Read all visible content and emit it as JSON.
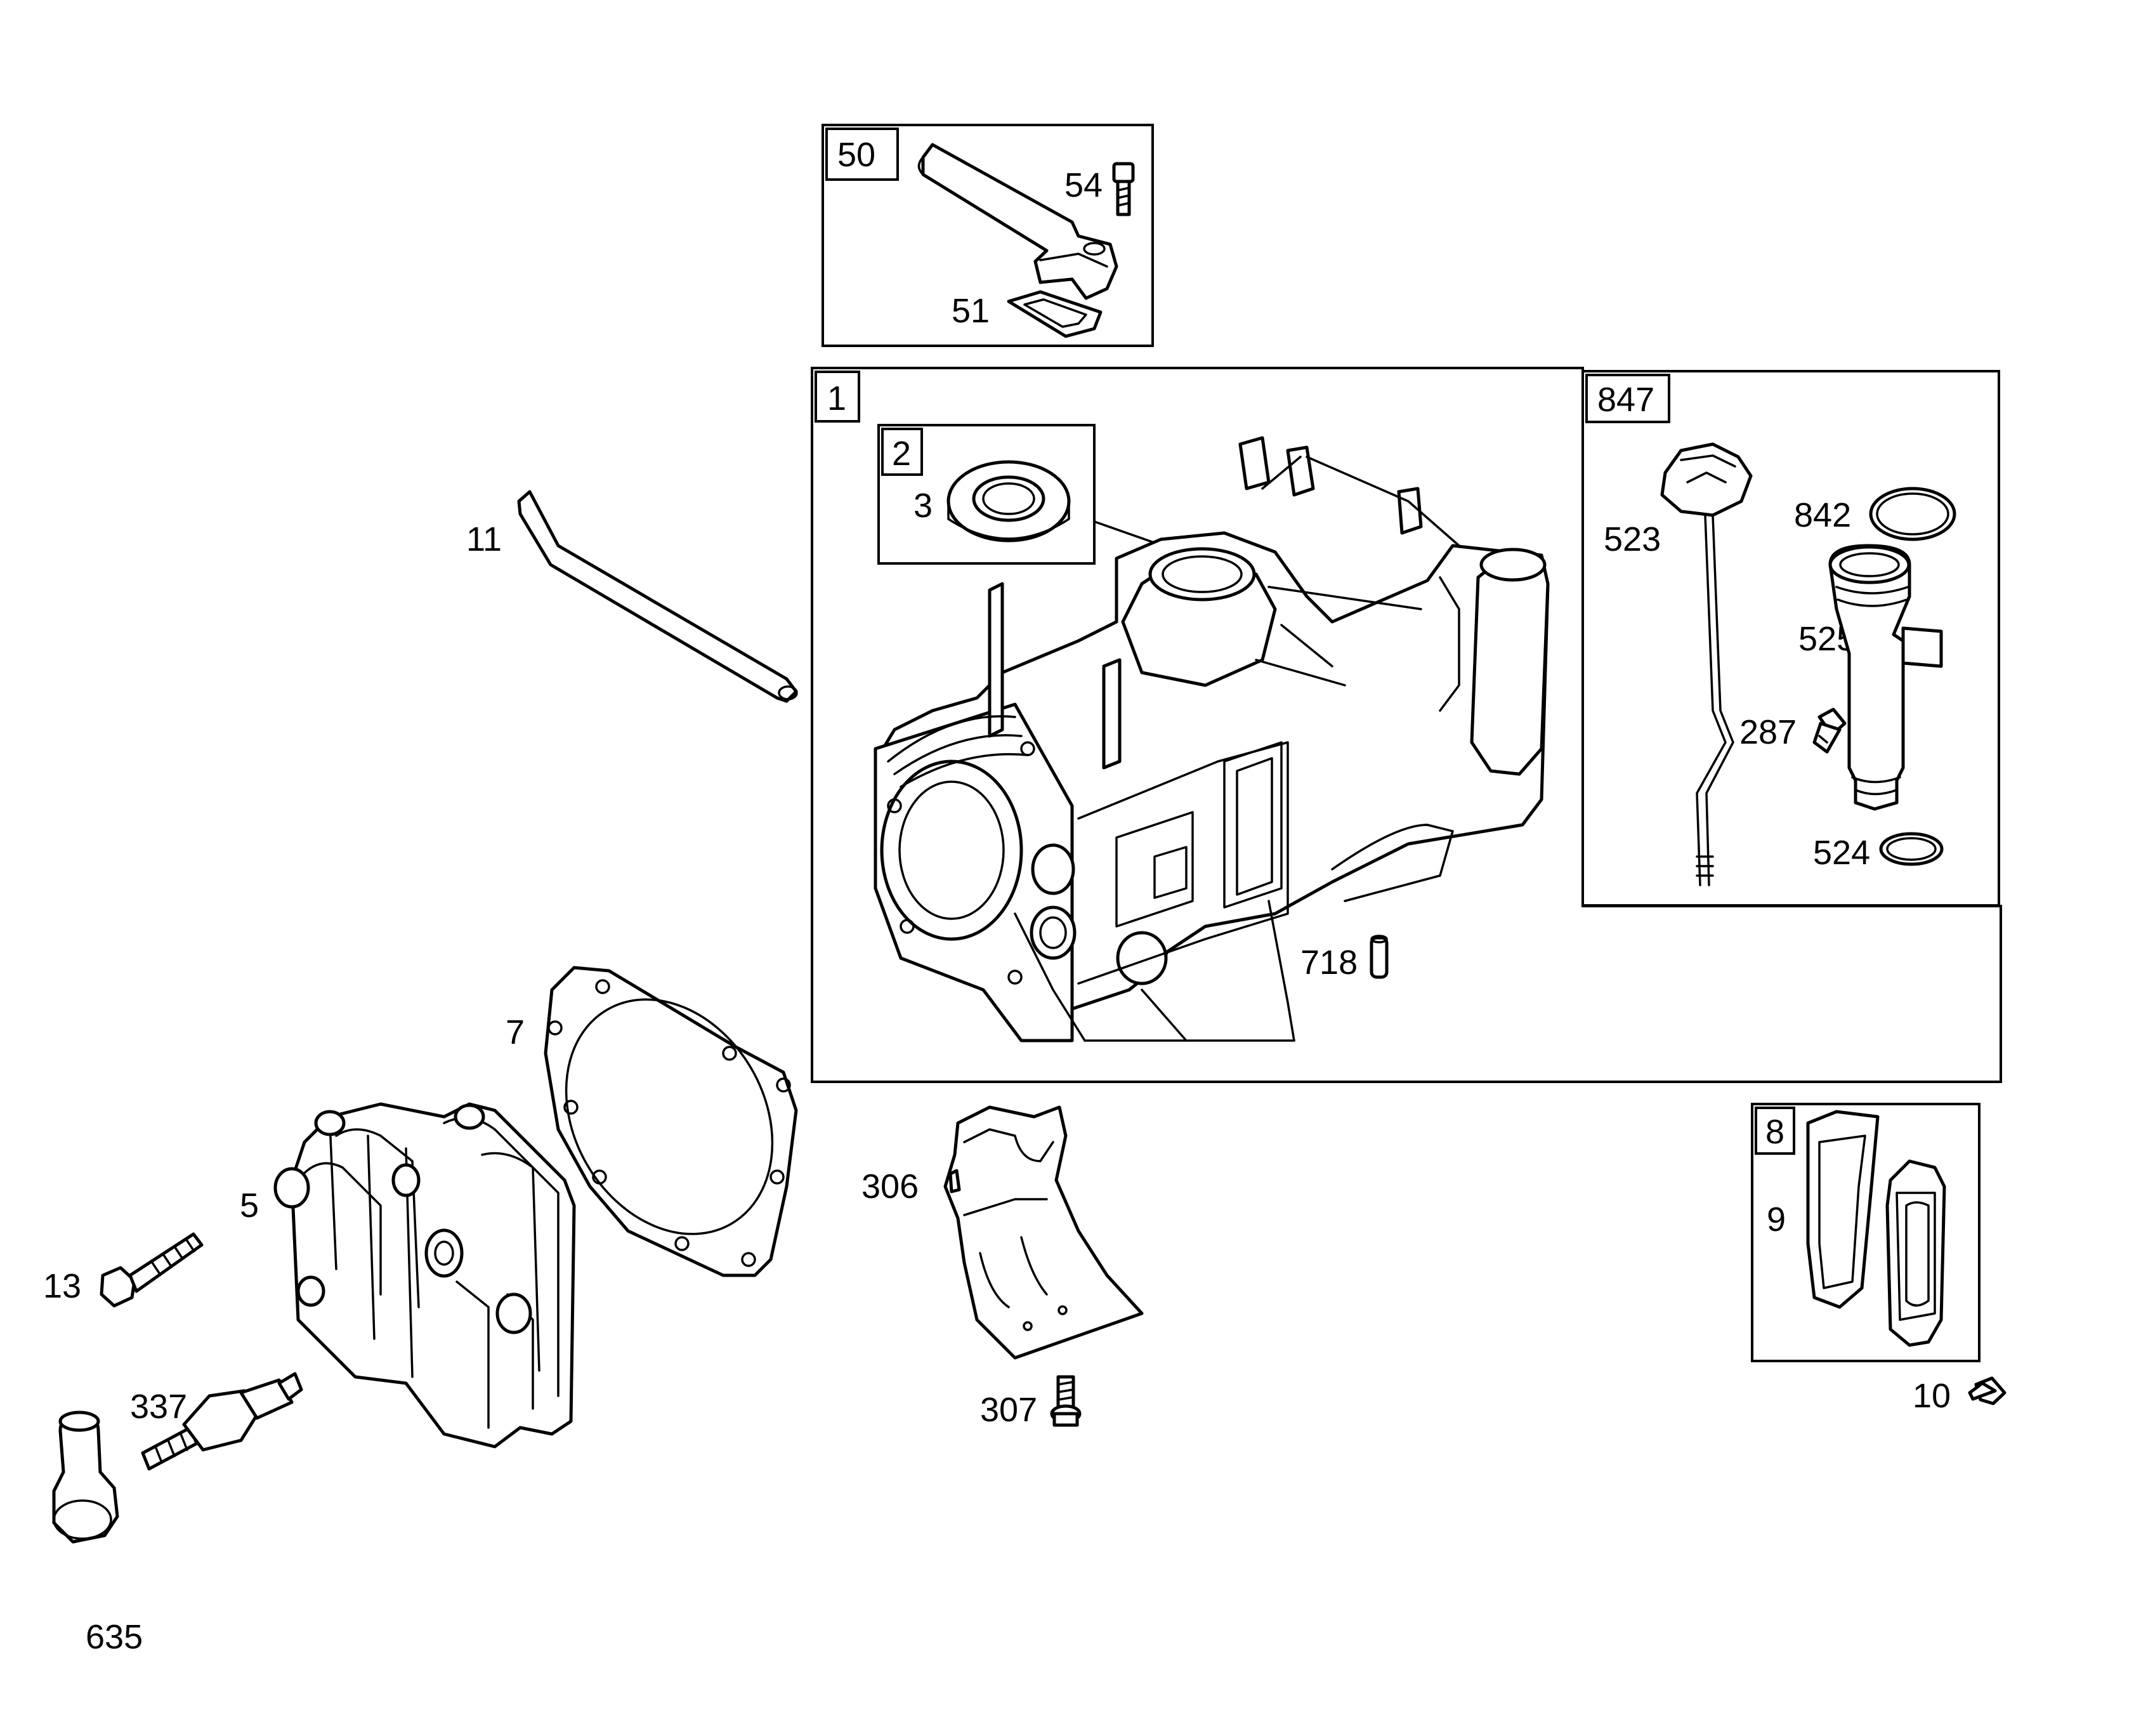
{
  "callouts": {
    "c50": "50",
    "c54": "54",
    "c51": "51",
    "c1": "1",
    "c2": "2",
    "c3": "3",
    "c847": "847",
    "c523": "523",
    "c842": "842",
    "c525": "525",
    "c287": "287",
    "c524": "524",
    "c11": "11",
    "c718": "718",
    "c7": "7",
    "c5": "5",
    "c13": "13",
    "c337": "337",
    "c306": "306",
    "c307": "307",
    "c8": "8",
    "c9": "9",
    "c10": "10"
  },
  "footer": {
    "diagram_number": "635"
  }
}
